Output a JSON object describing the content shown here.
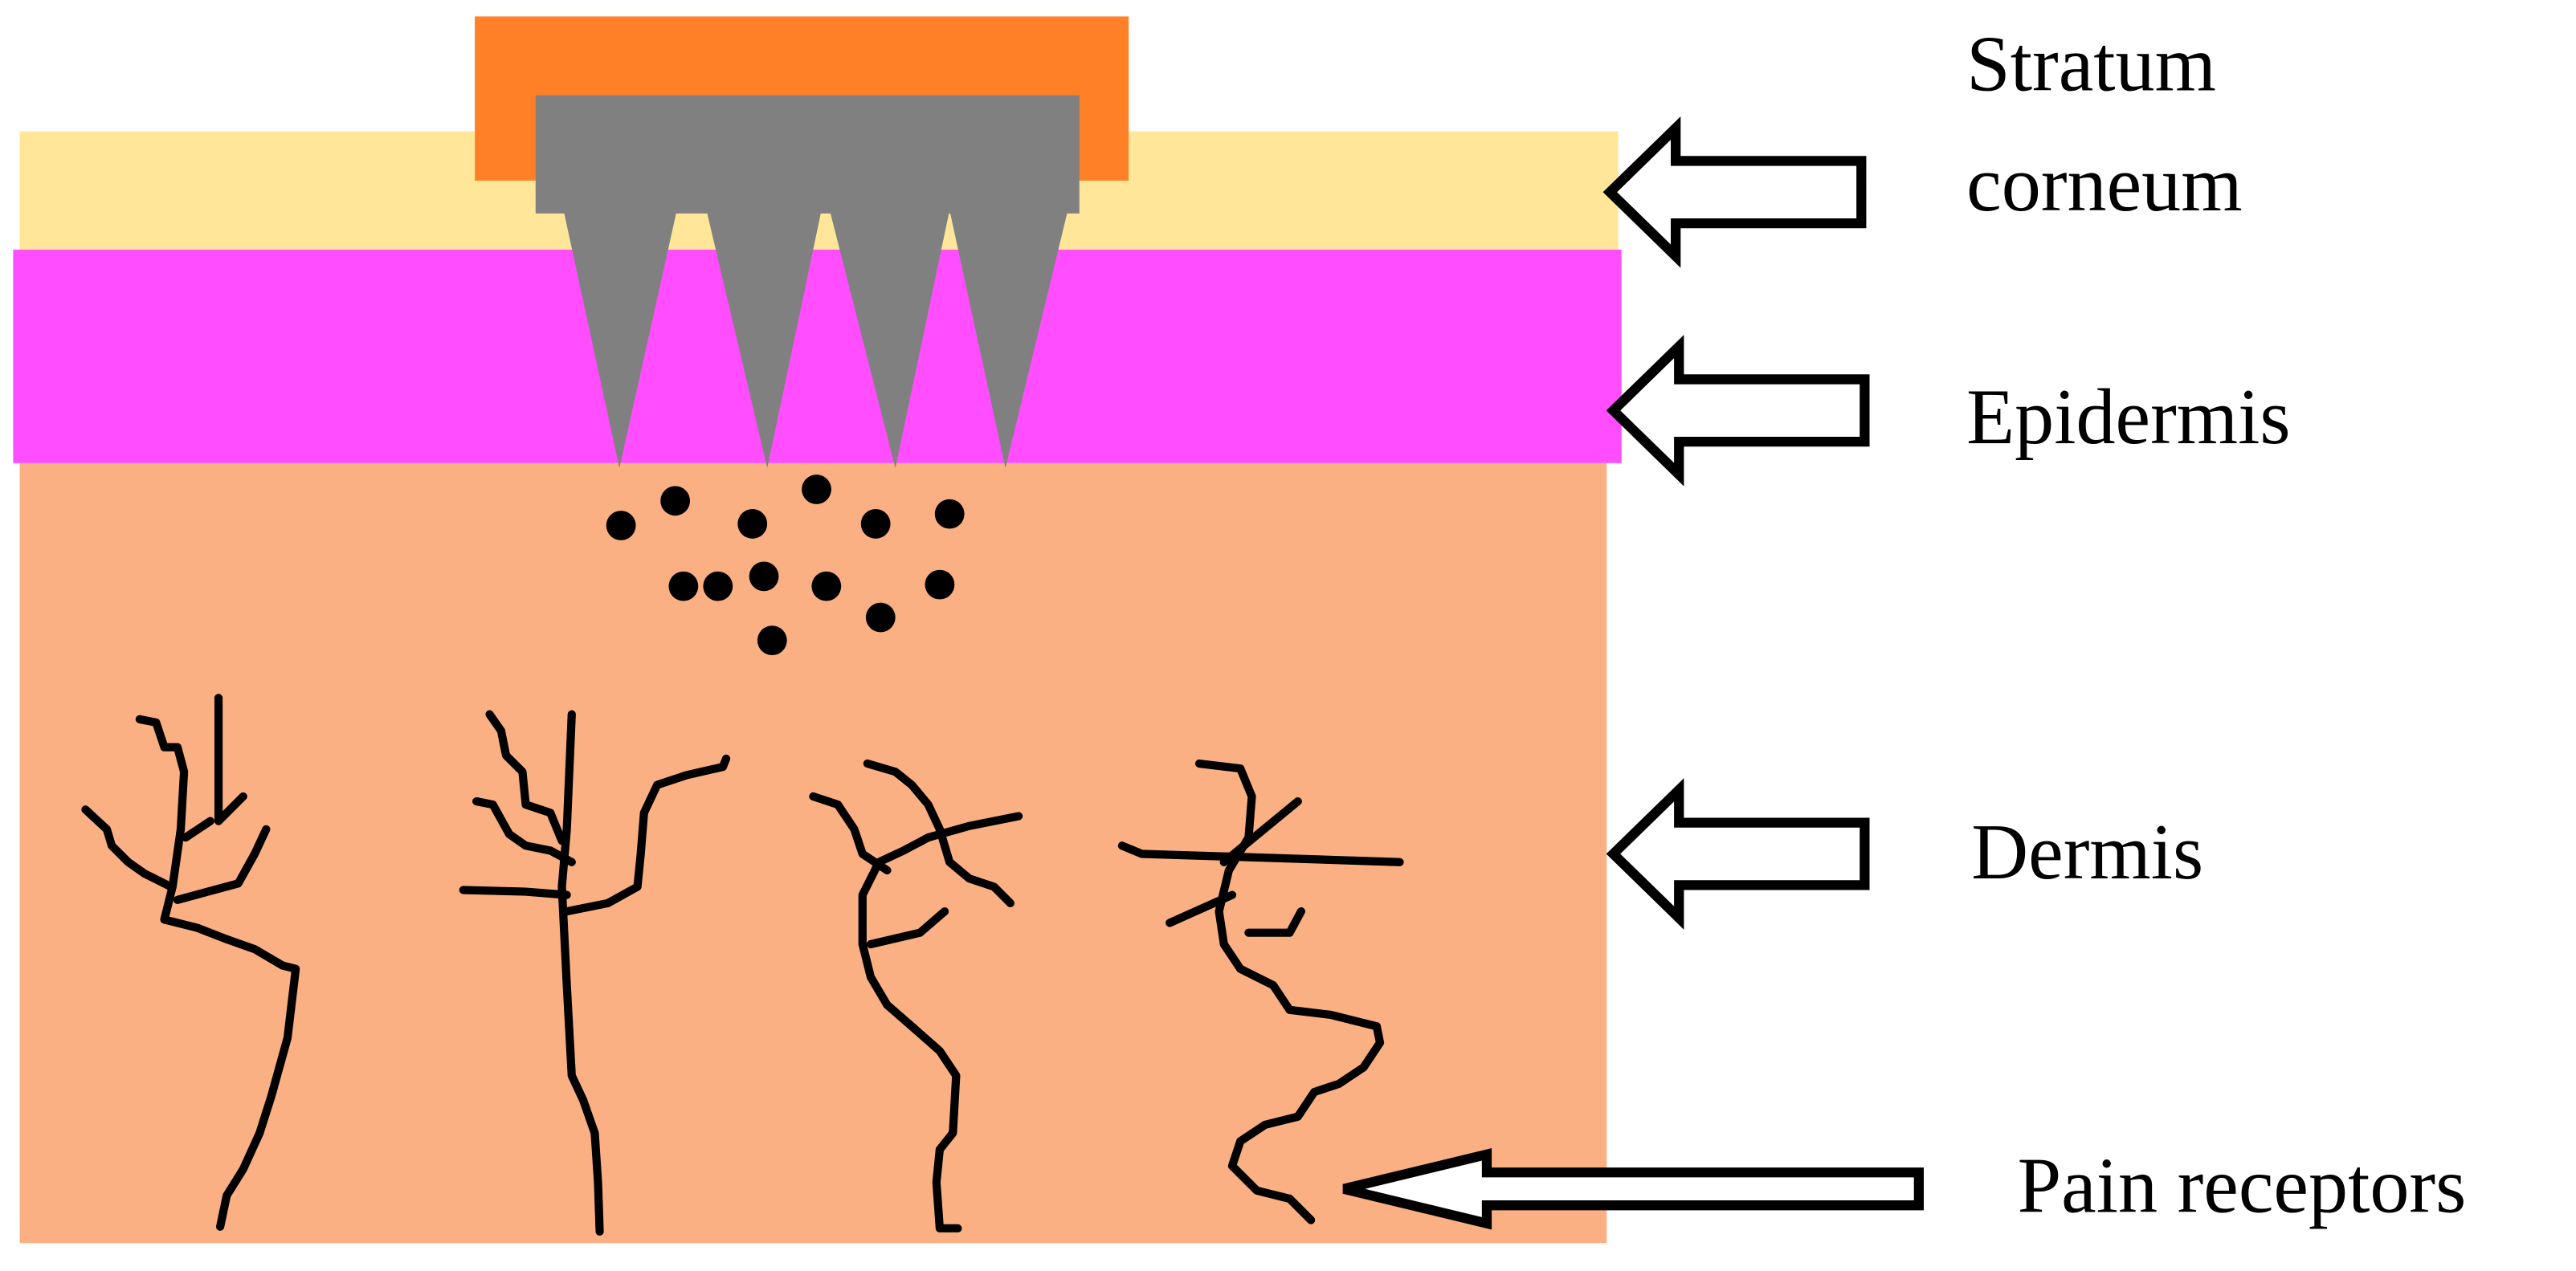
{
  "colors": {
    "applicator": "#FF8026",
    "stratum_corneum": "#FFE699",
    "epidermis": "#FF4DFF",
    "dermis": "#FBB083",
    "microneedle": "#808080",
    "drug_particles": "#000000"
  },
  "labels": {
    "stratum_corneum_line1": "Stratum",
    "stratum_corneum_line2": "corneum",
    "epidermis": "Epidermis",
    "dermis": "Dermis",
    "pain_receptors": "Pain receptors"
  }
}
